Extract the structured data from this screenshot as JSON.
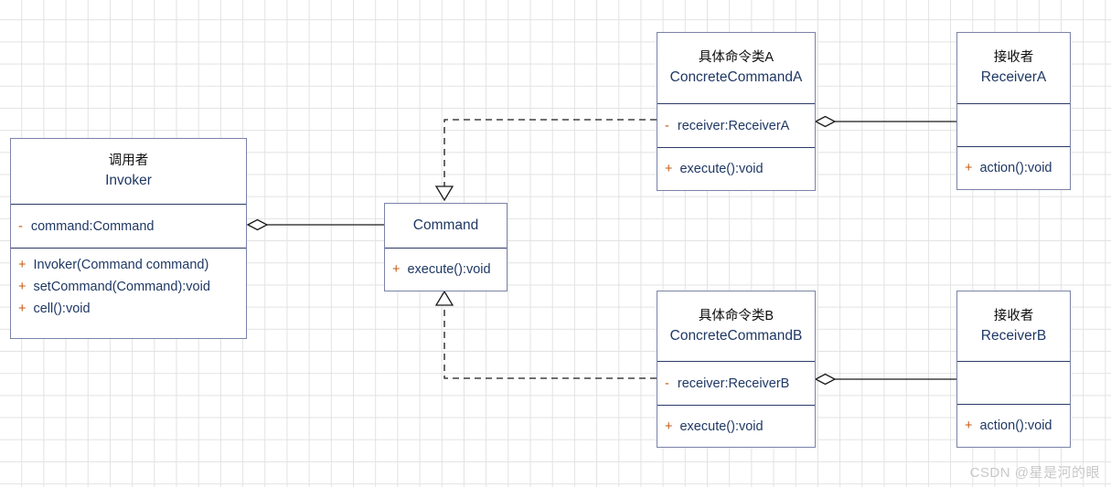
{
  "diagram": {
    "type": "uml-class-diagram",
    "title": "Command Pattern Class Diagram",
    "colors": {
      "box_border": "#7a82a8",
      "divider": "#2b3a66",
      "text": "#1f3864",
      "visibility": "#c55a11",
      "chinese_title": "#0d0d0d",
      "grid": "#e2e2e2",
      "connector": "#1a1a1a",
      "watermark": "#c8c8c8",
      "background": "#ffffff"
    },
    "classes": [
      {
        "id": "invoker",
        "title_zh": "调用者",
        "title_en": "Invoker",
        "attributes": [
          "- command:Command"
        ],
        "methods": [
          "+ Invoker(Command command)",
          "+ setCommand(Command):void",
          "+ cell():void"
        ]
      },
      {
        "id": "command",
        "title_zh": "",
        "title_en": "Command",
        "attributes": [],
        "methods": [
          "+ execute():void"
        ]
      },
      {
        "id": "concrete-command-a",
        "title_zh": "具体命令类A",
        "title_en": "ConcreteCommandA",
        "attributes": [
          "- receiver:ReceiverA"
        ],
        "methods": [
          "+ execute():void"
        ]
      },
      {
        "id": "concrete-command-b",
        "title_zh": "具体命令类B",
        "title_en": "ConcreteCommandB",
        "attributes": [
          "- receiver:ReceiverB"
        ],
        "methods": [
          "+ execute():void"
        ]
      },
      {
        "id": "receiver-a",
        "title_zh": "接收者",
        "title_en": "ReceiverA",
        "attributes": [
          ""
        ],
        "methods": [
          "+ action():void"
        ]
      },
      {
        "id": "receiver-b",
        "title_zh": "接收者",
        "title_en": "ReceiverB",
        "attributes": [
          ""
        ],
        "methods": [
          "+ action():void"
        ]
      }
    ],
    "relationships": [
      {
        "kind": "aggregation",
        "from": "invoker",
        "to": "command"
      },
      {
        "kind": "realization",
        "from": "concrete-command-a",
        "to": "command"
      },
      {
        "kind": "realization",
        "from": "concrete-command-b",
        "to": "command"
      },
      {
        "kind": "aggregation",
        "from": "concrete-command-a",
        "to": "receiver-a"
      },
      {
        "kind": "aggregation",
        "from": "concrete-command-b",
        "to": "receiver-b"
      }
    ]
  },
  "labels": {
    "invoker": {
      "zh": "调用者",
      "en": "Invoker",
      "attr_0": "- command:Command",
      "m_0": "+ Invoker(Command command)",
      "m_1": "+ setCommand(Command):void",
      "m_2": "+ cell():void"
    },
    "command": {
      "en": "Command",
      "m_0": "+ execute():void"
    },
    "cca": {
      "zh": "具体命令类A",
      "en": "ConcreteCommandA",
      "attr_0": "- receiver:ReceiverA",
      "m_0": "+ execute():void"
    },
    "ccb": {
      "zh": "具体命令类B",
      "en": "ConcreteCommandB",
      "attr_0": "- receiver:ReceiverB",
      "m_0": "+ execute():void"
    },
    "ra": {
      "zh": "接收者",
      "en": "ReceiverA",
      "attr_0": "",
      "m_0": "+ action():void"
    },
    "rb": {
      "zh": "接收者",
      "en": "ReceiverB",
      "attr_0": "",
      "m_0": "+ action():void"
    }
  },
  "watermark": {
    "text": "CSDN @星是河的眼"
  }
}
